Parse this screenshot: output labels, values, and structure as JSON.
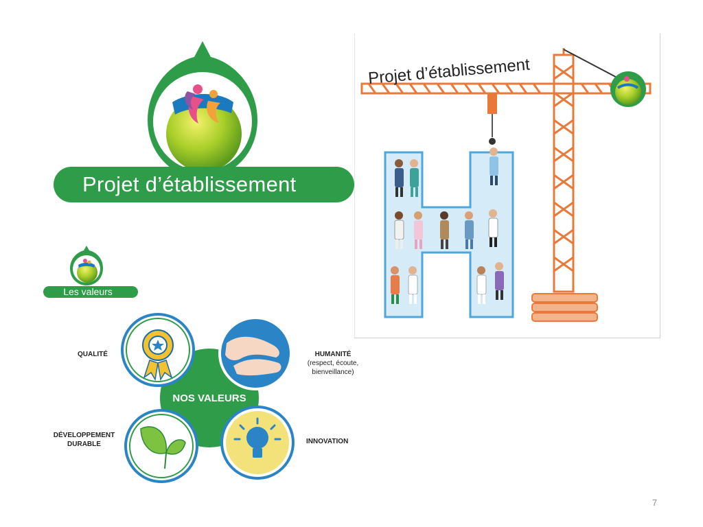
{
  "slide": {
    "banner_title": "Projet d’établissement",
    "crane_sign": "Projet d’établissement",
    "small_banner": "Les valeurs",
    "values_center": "NOS VALEURS",
    "values": {
      "qualite": "QUALITÉ",
      "humanite": "HUMANITÉ",
      "humanite_sub_1": "(respect, écoute,",
      "humanite_sub_2": "bienveillance)",
      "developpement_1": "DÉVELOPPEMENT",
      "developpement_2": "DURABLE",
      "innovation": "INNOVATION"
    },
    "page_number": "7"
  },
  "colors": {
    "brand_green": "#2e9c48",
    "crane_orange": "#e9793a",
    "letter_blue": "#cfe6f5",
    "icon_blue": "#2a84c6"
  }
}
